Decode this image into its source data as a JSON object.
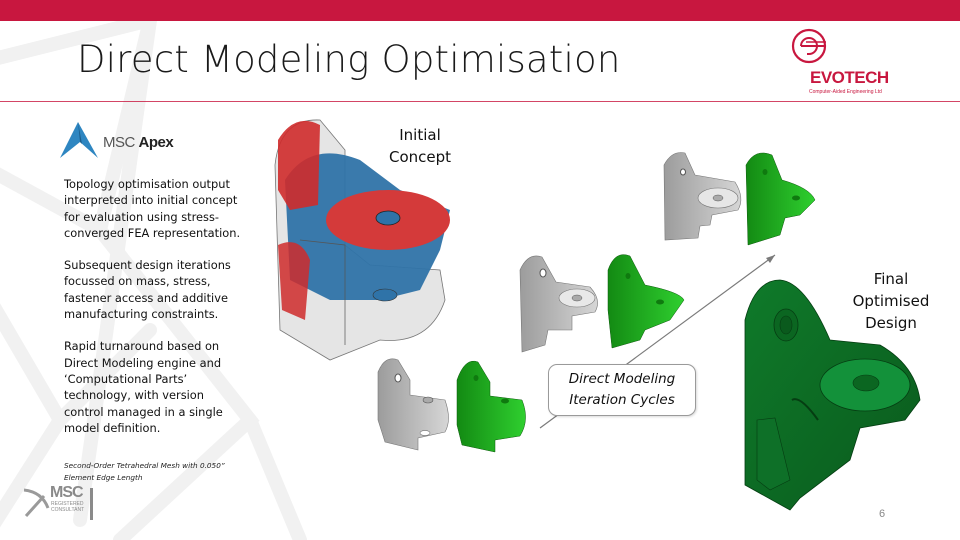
{
  "slide": {
    "title": "Direct Modeling Optimisation",
    "page_number": "6",
    "accent_color": "#c8173f"
  },
  "logos": {
    "evotech": {
      "name": "EVOTECH",
      "tagline": "Computer-Aided Engineering Ltd",
      "icon": "evotech-e-icon"
    },
    "msc_apex": {
      "prefix": "MSC",
      "name": "Apex",
      "icon": "msc-apex-icon"
    },
    "msc_registered": {
      "name": "MSC",
      "line1": "REGISTERED",
      "line2": "CONSULTANT",
      "icon": "msc-registered-consultant-icon"
    }
  },
  "body": {
    "paragraphs": [
      "Topology optimisation output interpreted into initial concept for evaluation using stress-converged FEA representation.",
      "Subsequent design iterations focussed on mass, stress, fastener access and additive manufacturing constraints.",
      "Rapid turnaround based on Direct Modeling engine and ‘Computational Parts’ technology, with version control managed in a single model definition."
    ],
    "note": "Second-Order Tetrahedral Mesh with 0.050” Element Edge Length"
  },
  "labels": {
    "initial": [
      "Initial",
      "Concept"
    ],
    "final": [
      "Final",
      "Optimised",
      "Design"
    ],
    "callout": [
      "Direct Modeling",
      "Iteration Cycles"
    ]
  },
  "figures": [
    {
      "id": "initial-concept",
      "desc": "Topology optimisation result (blue/red) inside grey transparent bracket"
    },
    {
      "id": "iteration-1",
      "desc": "Grey CAD bracket and green meshed bracket"
    },
    {
      "id": "iteration-2",
      "desc": "Grey CAD bracket and green meshed bracket"
    },
    {
      "id": "iteration-3",
      "desc": "Grey CAD bracket and green meshed bracket"
    },
    {
      "id": "final-design",
      "desc": "Green final optimised bracket"
    }
  ]
}
